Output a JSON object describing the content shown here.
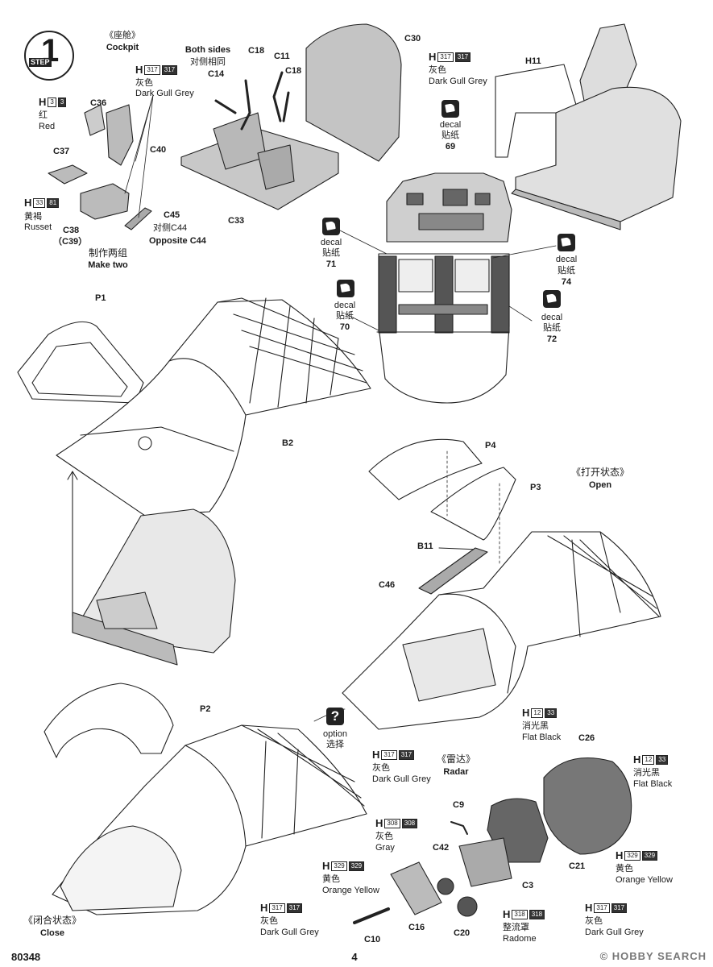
{
  "step": {
    "number": "1",
    "word": "STEP"
  },
  "sections": {
    "cockpit_cn": "《座舱》",
    "cockpit_en": "Cockpit",
    "open_cn": "《打开状态》",
    "open_en": "Open",
    "close_cn": "《闭合状态》",
    "close_en": "Close",
    "radar_cn": "《雷达》",
    "radar_en": "Radar"
  },
  "both_sides": {
    "en": "Both sides",
    "cn": "对侧相同"
  },
  "make_two": {
    "cn": "制作两组",
    "en": "Make two"
  },
  "opposite": {
    "part": "C45",
    "cn": "对侧C44",
    "en": "Opposite C44"
  },
  "parts": {
    "c36": "C36",
    "c40": "C40",
    "c37": "C37",
    "c38": "C38",
    "c39": "（C39）",
    "c14": "C14",
    "c18a": "C18",
    "c11": "C11",
    "c18b": "C18",
    "c30": "C30",
    "c33": "C33",
    "h11": "H11",
    "p1": "P1",
    "b2": "B2",
    "p4": "P4",
    "p3": "P3",
    "b11": "B11",
    "c46": "C46",
    "p2": "P2",
    "c26": "C26",
    "c9": "C9",
    "c42": "C42",
    "c21": "C21",
    "c3": "C3",
    "c16": "C16",
    "c20": "C20",
    "c10": "C10"
  },
  "colors": {
    "red": {
      "h": "H",
      "c1": "3",
      "c2": "3",
      "cn": "红",
      "en": "Red"
    },
    "russet": {
      "h": "H",
      "c1": "33",
      "c2": "81",
      "cn": "黄褐",
      "en": "Russet"
    },
    "gull_cockpit": {
      "h": "H",
      "c1": "317",
      "c2": "317",
      "cn": "灰色",
      "en": "Dark Gull Grey"
    },
    "gull_c30": {
      "h": "H",
      "c1": "317",
      "c2": "317",
      "cn": "灰色",
      "en": "Dark Gull Grey"
    },
    "flat_black_1": {
      "h": "H",
      "c1": "12",
      "c2": "33",
      "cn": "消光黑",
      "en": "Flat Black"
    },
    "flat_black_2": {
      "h": "H",
      "c1": "12",
      "c2": "33",
      "cn": "消光黑",
      "en": "Flat Black"
    },
    "gull_radar": {
      "h": "H",
      "c1": "317",
      "c2": "317",
      "cn": "灰色",
      "en": "Dark Gull Grey"
    },
    "gray": {
      "h": "H",
      "c1": "308",
      "c2": "308",
      "cn": "灰色",
      "en": "Gray"
    },
    "orange_1": {
      "h": "H",
      "c1": "329",
      "c2": "329",
      "cn": "黄色",
      "en": "Orange Yellow"
    },
    "orange_2": {
      "h": "H",
      "c1": "329",
      "c2": "329",
      "cn": "黄色",
      "en": "Orange Yellow"
    },
    "gull_c10": {
      "h": "H",
      "c1": "317",
      "c2": "317",
      "cn": "灰色",
      "en": "Dark Gull Grey"
    },
    "radome": {
      "h": "H",
      "c1": "318",
      "c2": "318",
      "cn": "整流罩",
      "en": "Radome"
    },
    "gull_br": {
      "h": "H",
      "c1": "317",
      "c2": "317",
      "cn": "灰色",
      "en": "Dark Gull Grey"
    }
  },
  "decals": {
    "d69": {
      "en": "decal",
      "cn": "贴纸",
      "num": "69"
    },
    "d71": {
      "en": "decal",
      "cn": "贴纸",
      "num": "71"
    },
    "d70": {
      "en": "decal",
      "cn": "贴纸",
      "num": "70"
    },
    "d74": {
      "en": "decal",
      "cn": "贴纸",
      "num": "74"
    },
    "d72": {
      "en": "decal",
      "cn": "贴纸",
      "num": "72"
    }
  },
  "option": {
    "en": "option",
    "cn": "选择"
  },
  "footer": {
    "code": "80348",
    "page": "4",
    "watermark": "© HOBBY SEARCH"
  }
}
